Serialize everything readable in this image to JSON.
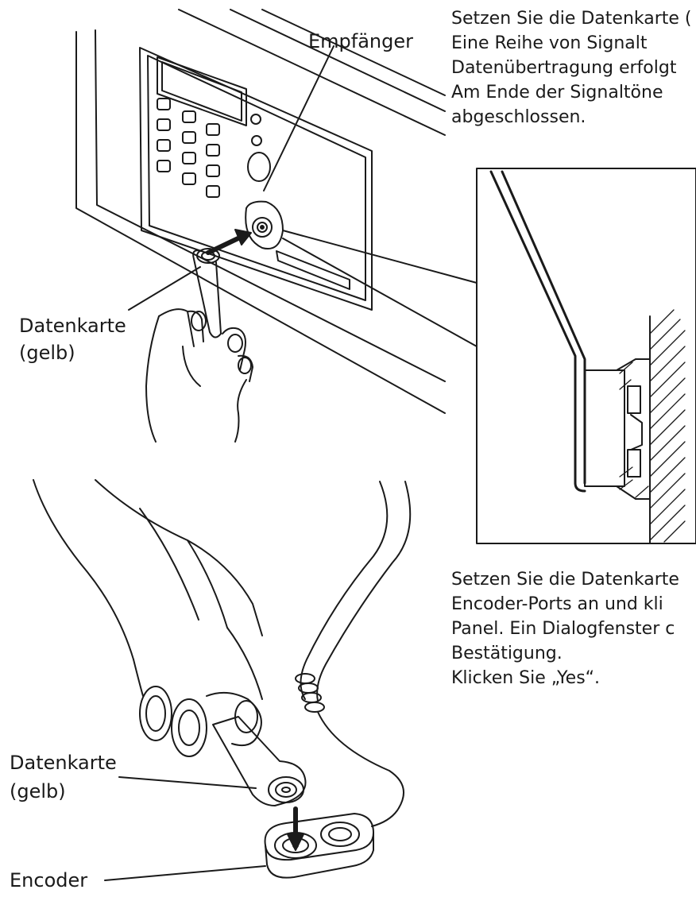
{
  "labels": {
    "receiver": "Empfänger",
    "card_top": "Datenkarte",
    "card_top_color": "(gelb)",
    "card_bottom": "Datenkarte",
    "card_bottom_color": "(gelb)",
    "encoder": "Encoder"
  },
  "instructions_top": [
    "Setzen Sie die Datenkarte (",
    "Eine Reihe von Signalt",
    "Datenübertragung erfolgt",
    "Am Ende der Signaltöne",
    "abgeschlossen."
  ],
  "instructions_bottom": [
    "Setzen Sie die Datenkarte",
    "Encoder-Ports an und kli",
    "Panel. Ein Dialogfenster c",
    "Bestätigung.",
    "Klicken Sie „Yes“."
  ]
}
